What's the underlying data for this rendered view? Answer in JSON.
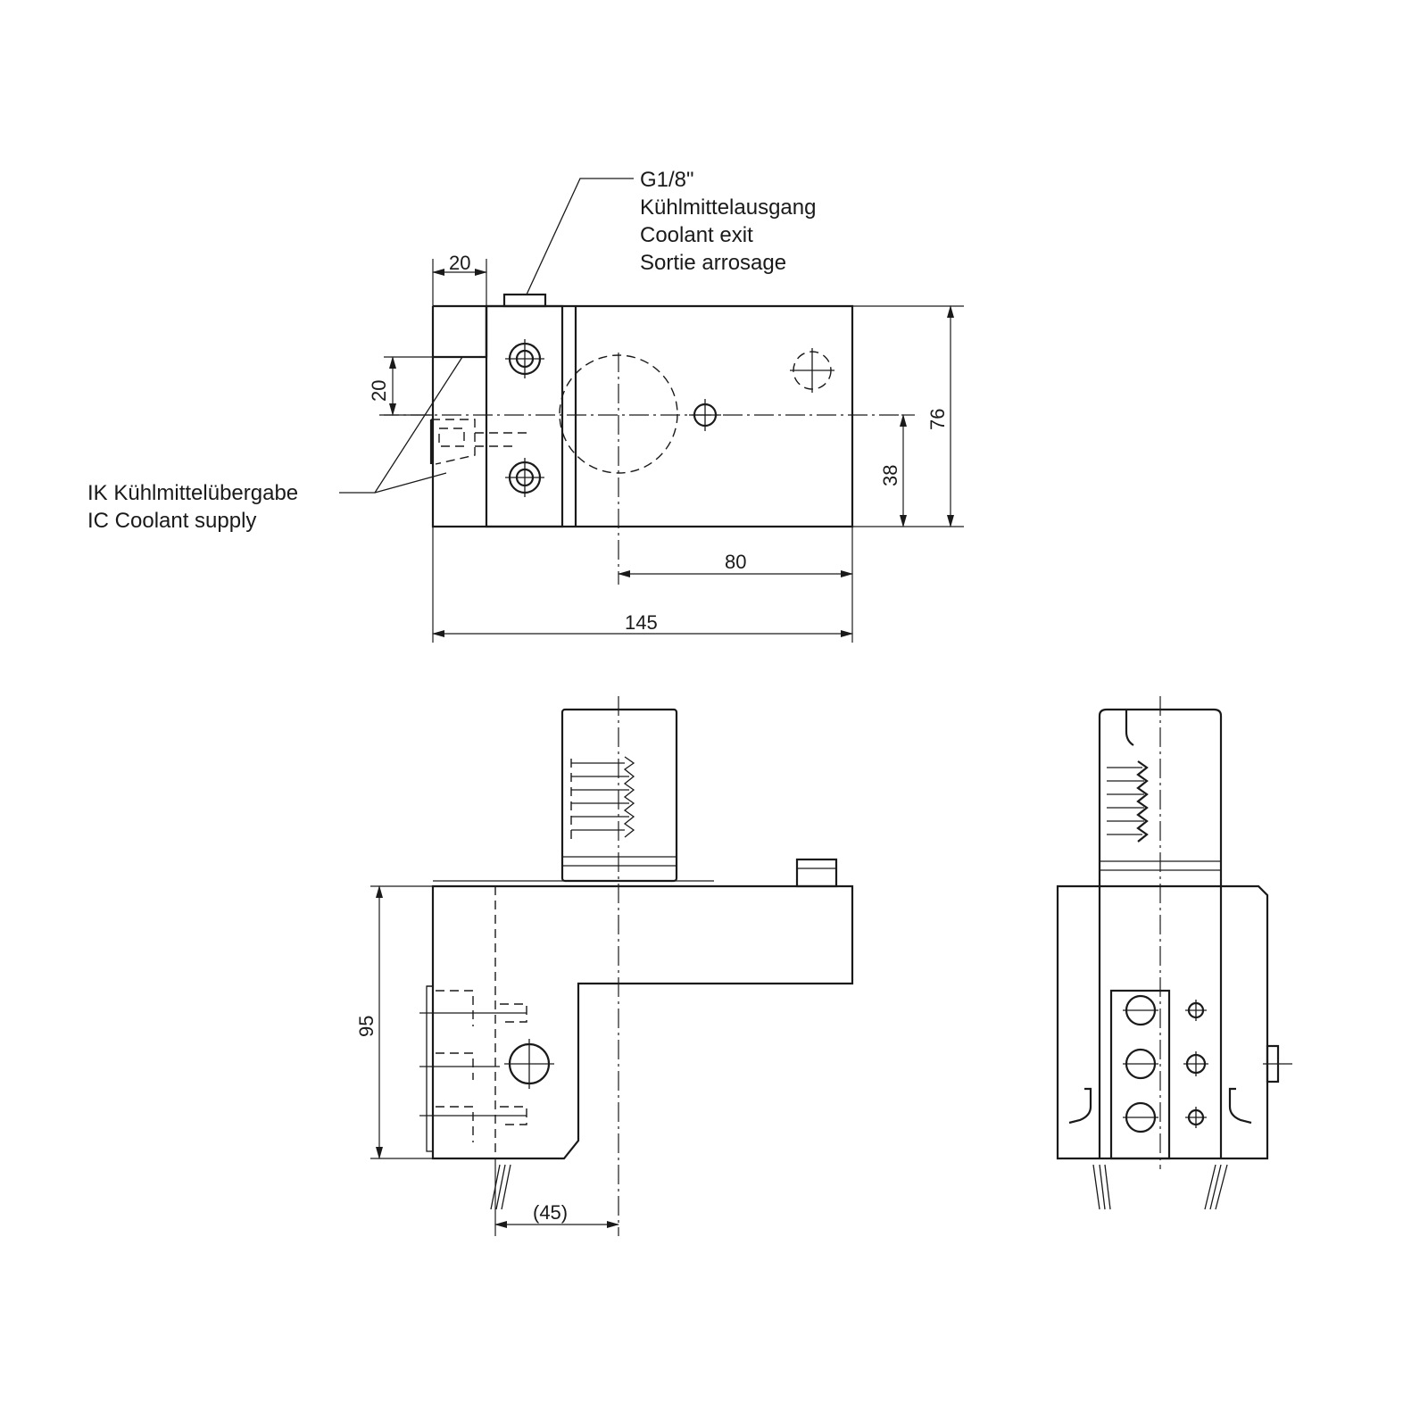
{
  "callouts": {
    "coolant_exit": {
      "thread": "G1/8\"",
      "de": "Kühlmittelausgang",
      "en": "Coolant exit",
      "fr": "Sortie arrosage"
    },
    "coolant_supply": {
      "de": "IK Kühlmittelübergabe",
      "en": "IC Coolant supply"
    }
  },
  "dimensions": {
    "top_width_20": "20",
    "left_height_20": "20",
    "height_76": "76",
    "height_38": "38",
    "length_80": "80",
    "length_145": "145",
    "height_95": "95",
    "offset_45": "(45)"
  }
}
